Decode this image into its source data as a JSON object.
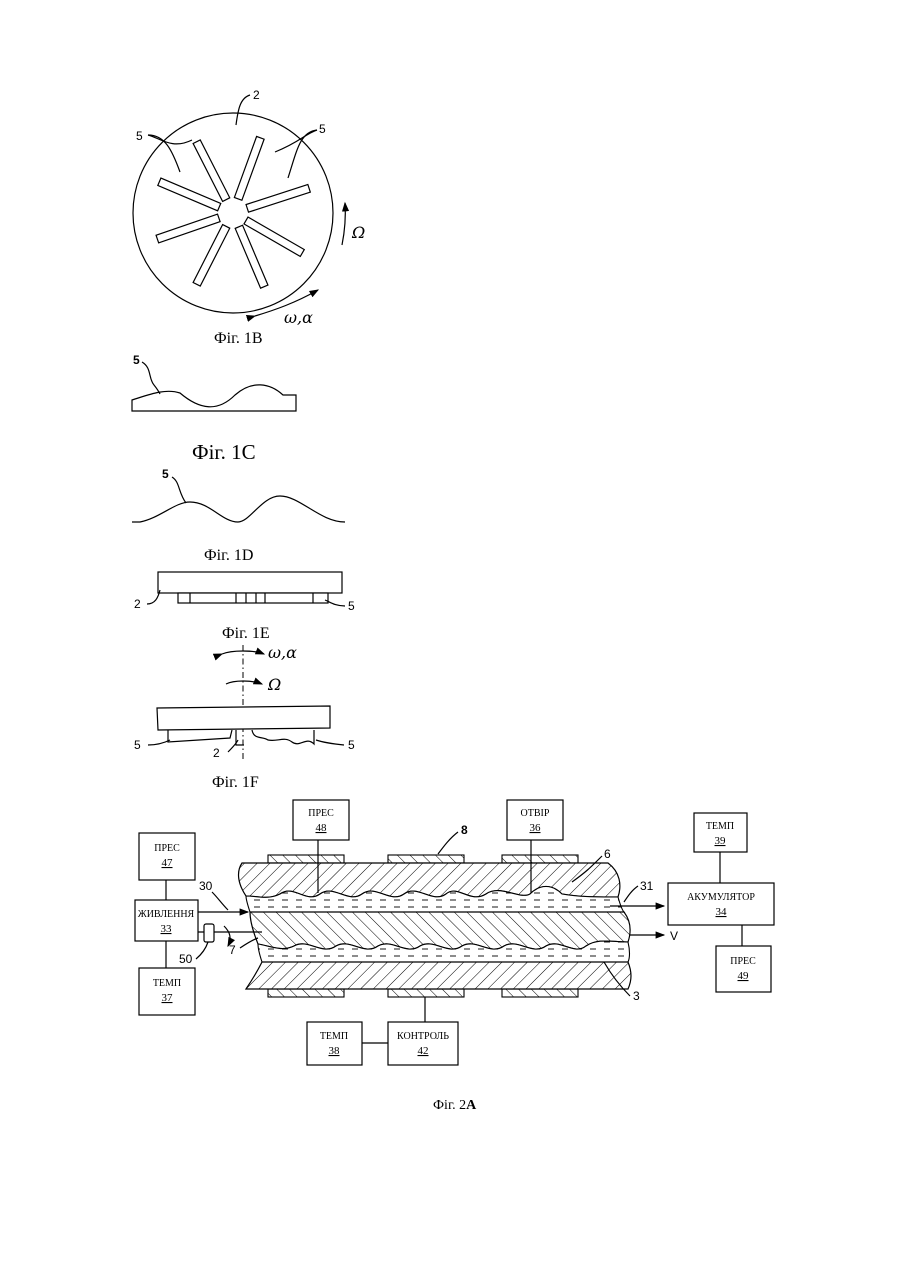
{
  "figures": {
    "fig1b": {
      "caption": "Фіг. 1В",
      "ref_disk": "2",
      "ref_blade_left": "5",
      "ref_blade_right": "5",
      "omega_big": "Ω",
      "omega_small": "ω,α"
    },
    "fig1c": {
      "caption": "Фіг. 1С",
      "ref_profile": "5"
    },
    "fig1d": {
      "caption": "Фіг. 1D",
      "ref_profile": "5"
    },
    "fig1e": {
      "caption": "Фіг. 1Е",
      "ref_disk": "2",
      "ref_blade": "5"
    },
    "fig1f": {
      "caption": "Фіг. 1F",
      "omega_small": "ω,α",
      "omega_big": "Ω",
      "ref_blade_left": "5",
      "ref_disk": "2",
      "ref_blade_right": "5"
    },
    "fig2a": {
      "caption_prefix": "Фіг. 2",
      "caption_letter": "А",
      "blocks": {
        "pres47": {
          "label": "ПРЕС",
          "number": "47"
        },
        "supply33": {
          "label": "ЖИВЛЕННЯ",
          "number": "33"
        },
        "temp37": {
          "label": "ТЕМП",
          "number": "37"
        },
        "pres48": {
          "label": "ПРЕС",
          "number": "48"
        },
        "hole36": {
          "label": "ОТВІР",
          "number": "36"
        },
        "temp39": {
          "label": "ТЕМП",
          "number": "39"
        },
        "accum34": {
          "label": "АКУМУЛЯТОР",
          "number": "34"
        },
        "pres49": {
          "label": "ПРЕС",
          "number": "49"
        },
        "temp38": {
          "label": "ТЕМП",
          "number": "38"
        },
        "control42": {
          "label": "КОНТРОЛЬ",
          "number": "42"
        }
      },
      "refs": {
        "r8": "8",
        "r6": "6",
        "r30": "30",
        "r31": "31",
        "r7": "7",
        "r50": "50",
        "r3": "3",
        "v": "V"
      }
    }
  }
}
